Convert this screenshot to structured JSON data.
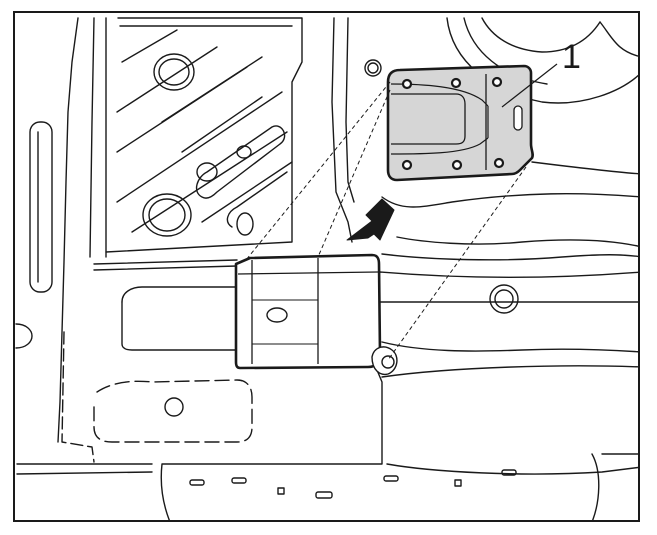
{
  "diagram": {
    "callout": {
      "label": "1"
    },
    "colors": {
      "line": "#1a1a1a",
      "part_fill": "#d6d6d6",
      "background": "#ffffff"
    },
    "parts": [
      {
        "id": "1",
        "name": "mounting-plate"
      }
    ],
    "icons": [
      "install-direction-arrow-icon"
    ]
  }
}
